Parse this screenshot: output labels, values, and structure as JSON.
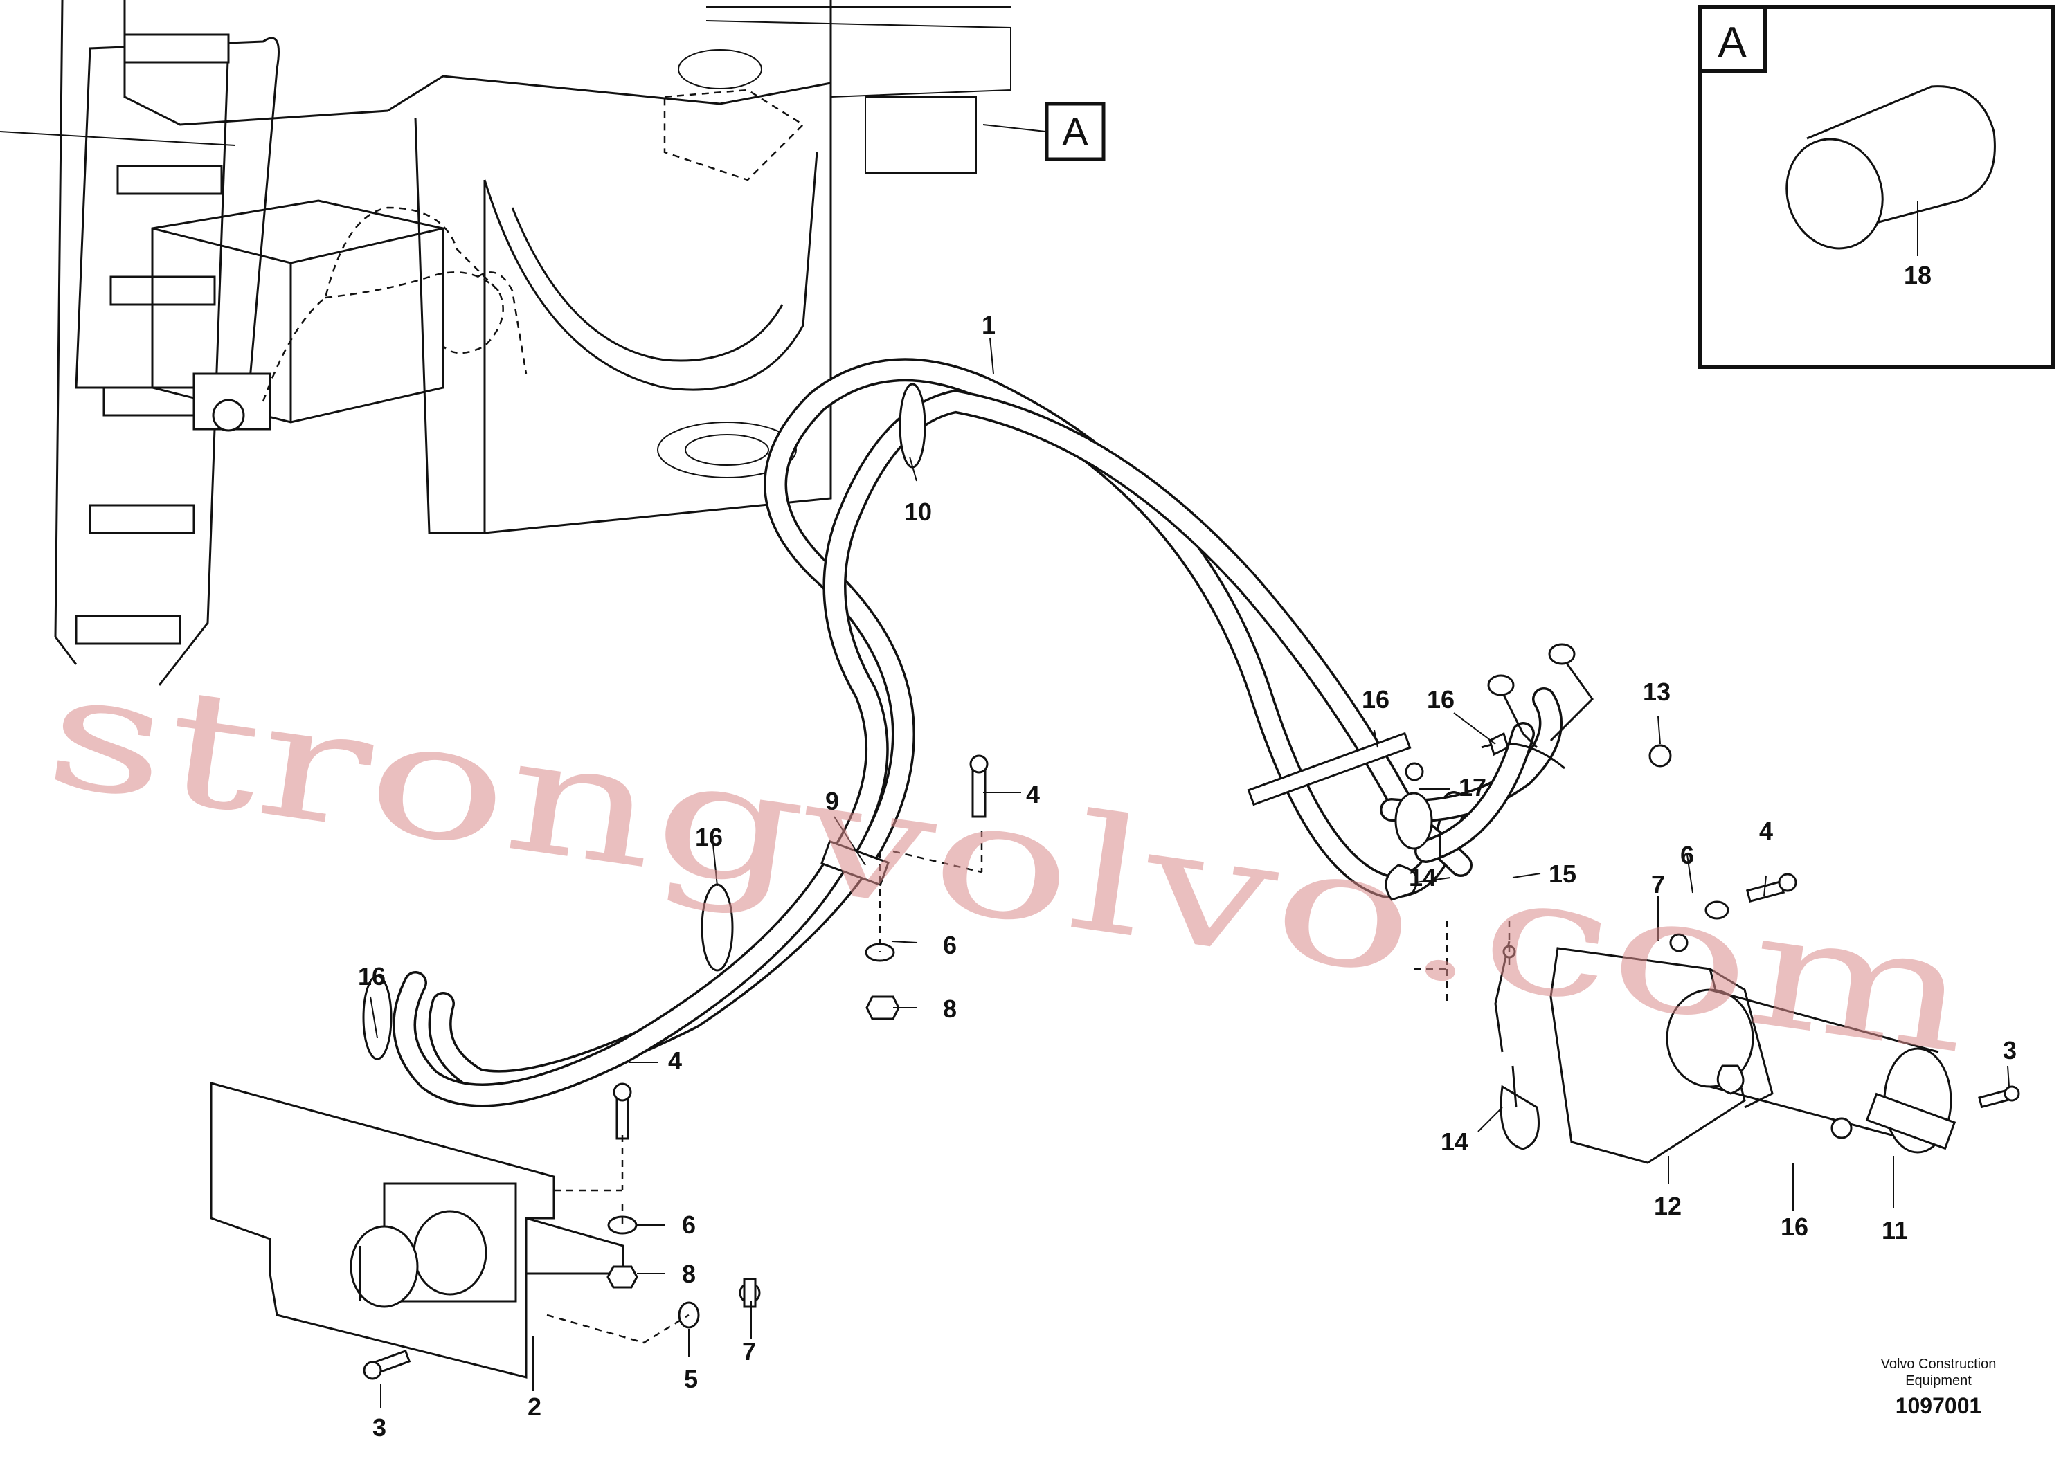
{
  "callouts": [
    {
      "label": "1"
    },
    {
      "label": "2"
    },
    {
      "label": "3"
    },
    {
      "label": "3"
    },
    {
      "label": "4"
    },
    {
      "label": "4"
    },
    {
      "label": "4"
    },
    {
      "label": "5"
    },
    {
      "label": "6"
    },
    {
      "label": "6"
    },
    {
      "label": "6"
    },
    {
      "label": "7"
    },
    {
      "label": "7"
    },
    {
      "label": "8"
    },
    {
      "label": "8"
    },
    {
      "label": "9"
    },
    {
      "label": "10"
    },
    {
      "label": "11"
    },
    {
      "label": "12"
    },
    {
      "label": "13"
    },
    {
      "label": "14"
    },
    {
      "label": "14"
    },
    {
      "label": "15"
    },
    {
      "label": "16"
    },
    {
      "label": "16"
    },
    {
      "label": "16"
    },
    {
      "label": "16"
    },
    {
      "label": "16"
    },
    {
      "label": "17"
    },
    {
      "label": "18"
    }
  ],
  "view_marker": "A",
  "detail_marker": "A",
  "watermark": "strongvolvo.com",
  "publisher_line1": "Volvo Construction",
  "publisher_line2": "Equipment",
  "drawing_number": "1097001"
}
